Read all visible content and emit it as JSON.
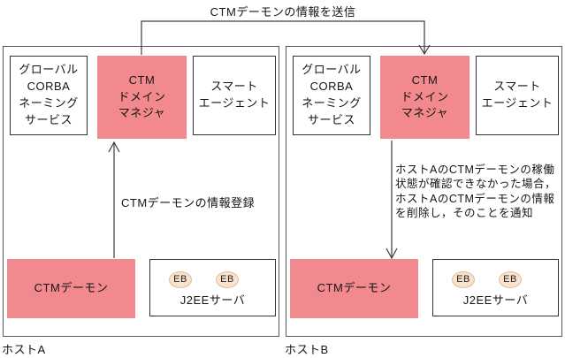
{
  "title_label": "CTMデーモンの情報を送信",
  "host_a": {
    "name": "ホストA",
    "boxes": {
      "naming": "グローバル\nCORBA\nネーミング\nサービス",
      "domain_manager": "CTM\nドメイン\nマネジャ",
      "smart_agent": "スマート\nエージェント",
      "daemon": "CTMデーモン",
      "j2ee": "J2EEサーバ",
      "eb_left": "EB",
      "eb_right": "EB"
    },
    "annotation": "CTMデーモンの情報登録"
  },
  "host_b": {
    "name": "ホストB",
    "boxes": {
      "naming": "グローバル\nCORBA\nネーミング\nサービス",
      "domain_manager": "CTM\nドメイン\nマネジャ",
      "smart_agent": "スマート\nエージェント",
      "daemon": "CTMデーモン",
      "j2ee": "J2EEサーバ",
      "eb_left": "EB",
      "eb_right": "EB"
    },
    "annotation": "ホストAのCTMデーモンの稼働状態が確認できなかった場合，ホストAのCTMデーモンの情報を削除し，そのことを通知"
  },
  "colors": {
    "highlight_pink": "#f2898e",
    "eb_fill": "#fae2cc",
    "line": "#3d3d3d"
  }
}
